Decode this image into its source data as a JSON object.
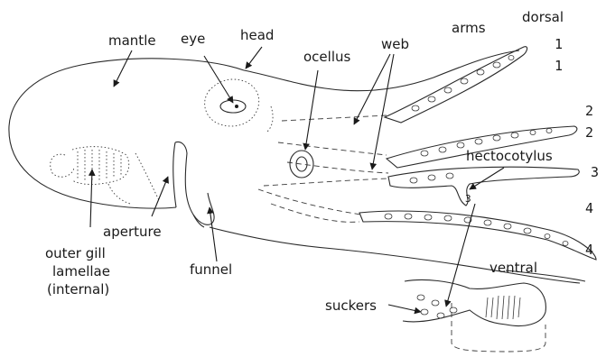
{
  "labels": {
    "mantle": "mantle",
    "eye": "eye",
    "head": "head",
    "ocellus": "ocellus",
    "web": "web",
    "arms": "arms",
    "dorsal": "dorsal",
    "hectocotylus": "hectocotylus",
    "aperture": "aperture",
    "gill_line1": "outer gill",
    "gill_line2": "lamellae",
    "gill_line3": "(internal)",
    "funnel": "funnel",
    "ventral": "ventral",
    "suckers": "suckers"
  },
  "arm_numbers": {
    "dorsal_a": "1",
    "dorsal_b": "1",
    "second_a": "2",
    "second_b": "2",
    "third": "3",
    "third_small": "3",
    "fourth_a": "4",
    "fourth_b": "4"
  }
}
